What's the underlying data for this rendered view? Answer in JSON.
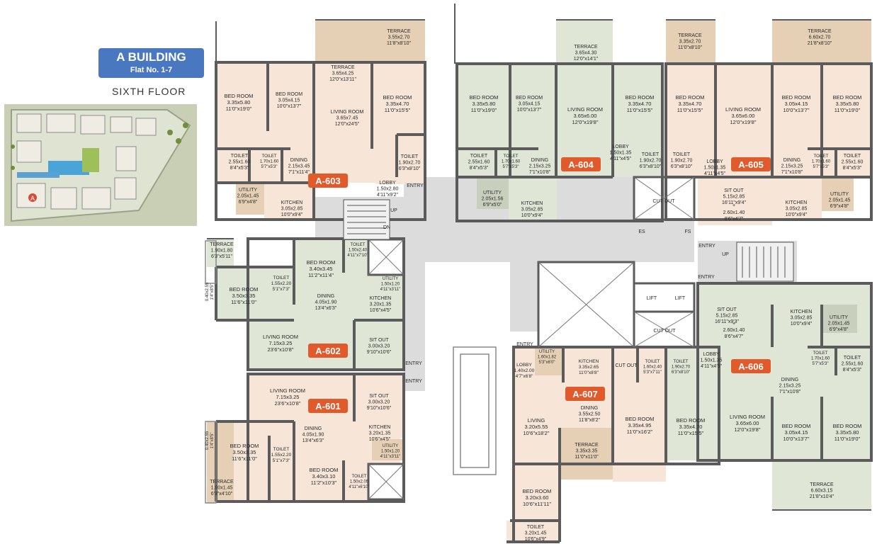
{
  "header": {
    "building": "A BUILDING",
    "flats": "Flat No. 1-7",
    "floor": "SIXTH FLOOR"
  },
  "colors": {
    "bedroom_tint": "#f7e6d7",
    "green_tint": "#dfe6d6",
    "terrace_tint": "#e5d0b5",
    "wall": "#5b5b5b",
    "badge": "#e05a2b",
    "title_box": "#4a78c0",
    "corridor": "#dcdcdc"
  },
  "badges": [
    "A-603",
    "A-604",
    "A-605",
    "A-602",
    "A-601",
    "A-607",
    "A-606"
  ],
  "rooms": [
    {
      "n": "TERRACE",
      "d": "3.55x2.70",
      "f": "11'8\"x8'10\""
    },
    {
      "n": "TERRACE",
      "d": "3.65x4.25",
      "f": "12'0\"x13'11\""
    },
    {
      "n": "BED ROOM",
      "d": "3.35x5.80",
      "f": "11'0\"x19'0\""
    },
    {
      "n": "BED ROOM",
      "d": "3.05x4.15",
      "f": "10'0\"x13'7\""
    },
    {
      "n": "LIVING ROOM",
      "d": "3.65x7.45",
      "f": "12'0\"x24'5\""
    },
    {
      "n": "BED ROOM",
      "d": "3.35x4.70",
      "f": "11'0\"x15'5\""
    },
    {
      "n": "TOILET",
      "d": "2.55x1.60",
      "f": "8'4\"x5'3\""
    },
    {
      "n": "TOILET",
      "d": "1.70x1.60",
      "f": "5'7\"x5'3\""
    },
    {
      "n": "DINING",
      "d": "2.15x3.45",
      "f": "7'1\"x11'4\""
    },
    {
      "n": "TOILET",
      "d": "1.90x2.70",
      "f": "6'3\"x8'10\""
    },
    {
      "n": "UTILITY",
      "d": "2.05x1.45",
      "f": "6'9\"x4'8\""
    },
    {
      "n": "KITCHEN",
      "d": "3.05x2.85",
      "f": "10'0\"x9'4\""
    },
    {
      "n": "LOBBY",
      "d": "1.50x2.80",
      "f": "4'11\"x9'2\""
    },
    {
      "n": "TERRACE",
      "d": "3.65x4.30",
      "f": "12'0\"x14'1\""
    },
    {
      "n": "TERRACE",
      "d": "3.35x2.70",
      "f": "11'0\"x8'10\""
    },
    {
      "n": "TERRACE",
      "d": "6.60x2.70",
      "f": "21'8\"x8'10\""
    },
    {
      "n": "BED ROOM",
      "d": "3.35x5.80",
      "f": "11'0\"x19'0\""
    },
    {
      "n": "BED ROOM",
      "d": "3.05x4.15",
      "f": "10'0\"x13'7\""
    },
    {
      "n": "LIVING ROOM",
      "d": "3.65x6.00",
      "f": "12'0\"x19'8\""
    },
    {
      "n": "BED ROOM",
      "d": "3.35x4.70",
      "f": "11'0\"x15'5\""
    },
    {
      "n": "BED ROOM",
      "d": "3.35x4.70",
      "f": "11'0\"x15'5\""
    },
    {
      "n": "LIVING ROOM",
      "d": "3.65x6.00",
      "f": "12'0\"x19'8\""
    },
    {
      "n": "BED ROOM",
      "d": "3.05x4.15",
      "f": "10'0\"x13'7\""
    },
    {
      "n": "BED ROOM",
      "d": "3.35x5.80",
      "f": "11'0\"x19'0\""
    },
    {
      "n": "TOILET",
      "d": "2.55x1.60",
      "f": "8'4\"x5'3\""
    },
    {
      "n": "TOILET",
      "d": "1.70x1.60",
      "f": "5'7\"x5'3\""
    },
    {
      "n": "DINING",
      "d": "2.15x3.25",
      "f": "7'1\"x10'8\""
    },
    {
      "n": "LOBBY",
      "d": "1.50x1.35",
      "f": "4'11\"x4'5\""
    },
    {
      "n": "TOILET",
      "d": "1.90x2.70",
      "f": "6'3\"x8'10\""
    },
    {
      "n": "TOILET",
      "d": "1.90x2.70",
      "f": "6'3\"x8'10\""
    },
    {
      "n": "LOBBY",
      "d": "1.50x1.35",
      "f": "4'11\"x4'5\""
    },
    {
      "n": "DINING",
      "d": "2.15x3.25",
      "f": "7'1\"x10'8\""
    },
    {
      "n": "TOILET",
      "d": "1.70x1.60",
      "f": "5'7\"x5'3\""
    },
    {
      "n": "TOILET",
      "d": "2.55x1.60",
      "f": "8'4\"x5'3\""
    },
    {
      "n": "UTILITY",
      "d": "2.05x1.56",
      "f": "6'9\"x5'0\""
    },
    {
      "n": "KITCHEN",
      "d": "3.05x2.85",
      "f": "10'0\"x9'4\""
    },
    {
      "n": "KITCHEN",
      "d": "3.05x2.85",
      "f": "10'0\"x9'4\""
    },
    {
      "n": "UTILITY",
      "d": "2.05x1.45",
      "f": "6'9\"x4'8\""
    },
    {
      "n": "TERRACE",
      "d": "1.90x1.80",
      "f": "6'3\"x5'11\""
    },
    {
      "n": "BED ROOM",
      "d": "3.40x3.45",
      "f": "11'2\"x11'4\""
    },
    {
      "n": "TOILET",
      "d": "1.50x2.40",
      "f": "4'11\"x7'10\""
    },
    {
      "n": "TOILET",
      "d": "1.55x2.20",
      "f": "5'1\"x7'3\""
    },
    {
      "n": "BED ROOM",
      "d": "3.50x3.35",
      "f": "11'6\"x11'0\""
    },
    {
      "n": "DINING",
      "d": "4.05x1.90",
      "f": "13'4\"x6'3\""
    },
    {
      "n": "UTILITY",
      "d": "1.50x1.20",
      "f": "4'11\"x3'11\""
    },
    {
      "n": "KITCHEN",
      "d": "3.20x1.35",
      "f": "10'6\"x4'5\""
    },
    {
      "n": "LIVING ROOM",
      "d": "7.15x3.25",
      "f": "23'6\"x10'8\""
    },
    {
      "n": "SIT OUT",
      "d": "3.00x3.20",
      "f": "9'10\"x10'6\""
    },
    {
      "n": "LIVING ROOM",
      "d": "7.15x3.25",
      "f": "23'6\"x10'8\""
    },
    {
      "n": "SIT OUT",
      "d": "3.00x3.20",
      "f": "9'10\"x10'6\""
    },
    {
      "n": "DINING",
      "d": "4.05x1.90",
      "f": "13'4\"x6'3\""
    },
    {
      "n": "KITCHEN",
      "d": "3.20x1.35",
      "f": "10'6\"x4'5\""
    },
    {
      "n": "BED ROOM",
      "d": "3.50x3.35",
      "f": "11'6\"x11'0\""
    },
    {
      "n": "TOILET",
      "d": "1.55x2.20",
      "f": "5'1\"x7'3\""
    },
    {
      "n": "UTILITY",
      "d": "1.50x1.20",
      "f": "4'11\"x3'11\""
    },
    {
      "n": "BED ROOM",
      "d": "3.40x3.10",
      "f": "11'2\"x10'3\""
    },
    {
      "n": "TOILET",
      "d": "1.50x2.05",
      "f": "4'11\"x6'10\""
    },
    {
      "n": "TERRACE",
      "d": "1.90x1.45",
      "f": "6'3\"x4'10\""
    },
    {
      "n": "SIT OUT",
      "d": "5.15x2.85",
      "f": "16'11\"x9'4\""
    },
    {
      "n": "SIT OUT",
      "d": "5.15x2.85",
      "f": "16'11\"x9'3\""
    },
    {
      "n": "KITCHEN",
      "d": "3.05x2.85",
      "f": "10'0\"x9'4\""
    },
    {
      "n": "UTILITY",
      "d": "2.05x1.45",
      "f": "6'9\"x4'8\""
    },
    {
      "n": "UTILITY",
      "d": "1.60x1.82",
      "f": "5'3\"x6'0\""
    },
    {
      "n": "KITCHEN",
      "d": "3.35x2.65",
      "f": "11'0\"x8'8\""
    },
    {
      "n": "TOILET",
      "d": "1.60x2.40",
      "f": "5'3\"x7'11\""
    },
    {
      "n": "TOILET",
      "d": "1.90x2.70",
      "f": "6'3\"x8'10\""
    },
    {
      "n": "LOBBY",
      "d": "1.50x1.35",
      "f": "4'11\"x4'5\""
    },
    {
      "n": "TOILET",
      "d": "1.70x1.60",
      "f": "5'7\"x5'3\""
    },
    {
      "n": "TOILET",
      "d": "2.55x1.60",
      "f": "8'4\"x5'3\""
    },
    {
      "n": "LOBBY",
      "d": "1.40x2.00",
      "f": "4'7\"x6'8\""
    },
    {
      "n": "DINING",
      "d": "3.55x2.50",
      "f": "11'8\"x8'2\""
    },
    {
      "n": "DINING",
      "d": "2.15x3.25",
      "f": "7'1\"x10'8\""
    },
    {
      "n": "LIVING",
      "d": "3.20x5.55",
      "f": "10'6\"x18'2\""
    },
    {
      "n": "TERRACE",
      "d": "3.35x3.35",
      "f": "11'0\"x11'0\""
    },
    {
      "n": "BED ROOM",
      "d": "3.35x4.95",
      "f": "11'0\"x16'2\""
    },
    {
      "n": "BED ROOM",
      "d": "3.35x4.70",
      "f": "11'0\"x15'5\""
    },
    {
      "n": "LIVING ROOM",
      "d": "3.65x6.00",
      "f": "12'0\"x19'8\""
    },
    {
      "n": "BED ROOM",
      "d": "3.05x4.15",
      "f": "10'0\"x13'7\""
    },
    {
      "n": "BED ROOM",
      "d": "3.35x5.80",
      "f": "11'0\"x19'0\""
    },
    {
      "n": "BED ROOM",
      "d": "3.20x3.60",
      "f": "10'6\"x11'11\""
    },
    {
      "n": "TOILET",
      "d": "3.20x1.45",
      "f": "10'6\"x4'9\""
    },
    {
      "n": "TERRACE",
      "d": "6.60x3.15",
      "f": "21'8\"x10'4\""
    }
  ],
  "extras": {
    "sitout_605_extra": "2.60x1.40",
    "sitout_605_extra_ft": "8'6\"x4'7\"",
    "sitout_606_extra": "2.60x1.40",
    "sitout_606_extra_ft": "8'6\"x4'7\"",
    "plus": "+",
    "v1": "0.40x2.55",
    "v1f": "1'4\"x8'5\"",
    "v2": "0.40x2.55",
    "v2f": "1'4\"x8'5\""
  },
  "labels": {
    "up1": "UP",
    "dn": "DN",
    "up2": "UP",
    "entry": [
      "ENTRY",
      "ENTRY",
      "ENTRY",
      "ENTRY",
      "ENTRY",
      "ENTRY"
    ],
    "cutout": [
      "CUT OUT",
      "CUT OUT",
      "CUT OUT"
    ],
    "lift": [
      "LIFT",
      "LIFT"
    ],
    "es": "ES",
    "fs": "FS",
    "site_marker": "A"
  }
}
